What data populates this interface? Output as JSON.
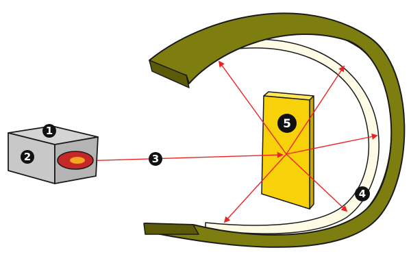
{
  "colors": {
    "background": "#ffffff",
    "box_top": "#d4d4d4",
    "box_left": "#c8c8c8",
    "box_right": "#b4b4b4",
    "aperture_outer": "#c62828",
    "aperture_inner": "#f5a623",
    "beam": "#ee2222",
    "target_face": "#f7d20a",
    "target_side": "#c9a800",
    "target_top": "#ffe95a",
    "ring_top": "#7d7d10",
    "ring_side": "#5a5a08",
    "ring_inner": "#fdfbe6",
    "outline": "#1a1a1a",
    "badge": "#111111",
    "badge_text": "#ffffff"
  },
  "icons": {
    "source": "cube-icon",
    "aperture": "aperture-icon",
    "target": "target-plate-icon",
    "detector": "detector-ring-icon",
    "ray": "arrow-icon"
  },
  "badges": [
    {
      "id": "1",
      "label": "1"
    },
    {
      "id": "2",
      "label": "2"
    },
    {
      "id": "3",
      "label": "3"
    },
    {
      "id": "4",
      "label": "4"
    },
    {
      "id": "5",
      "label": "5"
    }
  ]
}
